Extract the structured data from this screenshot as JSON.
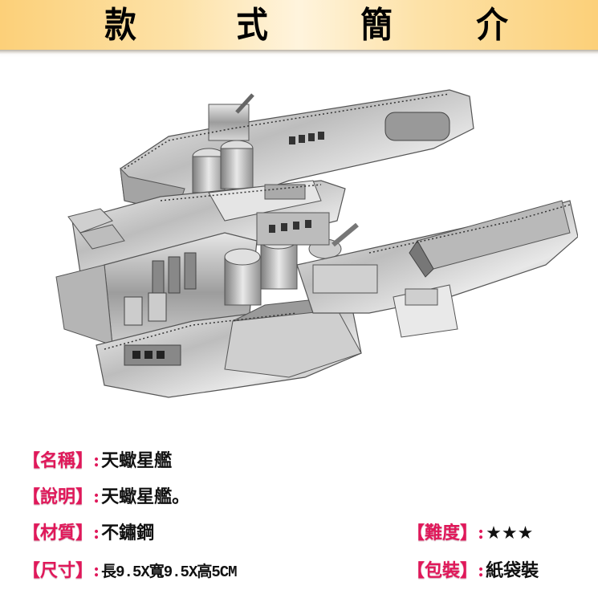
{
  "header": {
    "title_chars": [
      "款",
      "式",
      "簡",
      "介"
    ],
    "gradient_colors": [
      "#fcd079",
      "#fff4dd"
    ]
  },
  "product_image": {
    "alt": "天蠍星艦 metal model spaceship",
    "icon": "spaceship-model-image"
  },
  "specs": {
    "accent_color": "#e0185a",
    "name": {
      "label": "【名稱】",
      "colon": ":",
      "value": "天蠍星艦"
    },
    "description": {
      "label": "【說明】",
      "colon": ":",
      "value": "天蠍星艦。"
    },
    "material": {
      "label": "【材質】",
      "colon": ":",
      "value": "不鏽鋼"
    },
    "size": {
      "label": "【尺寸】",
      "colon": ":",
      "value": "長9.5X寬9.5X高5CM"
    },
    "difficulty": {
      "label": "【難度】",
      "colon": ":",
      "value": "★★★"
    },
    "packaging": {
      "label": "【包裝】",
      "colon": ":",
      "value": "紙袋裝"
    }
  }
}
